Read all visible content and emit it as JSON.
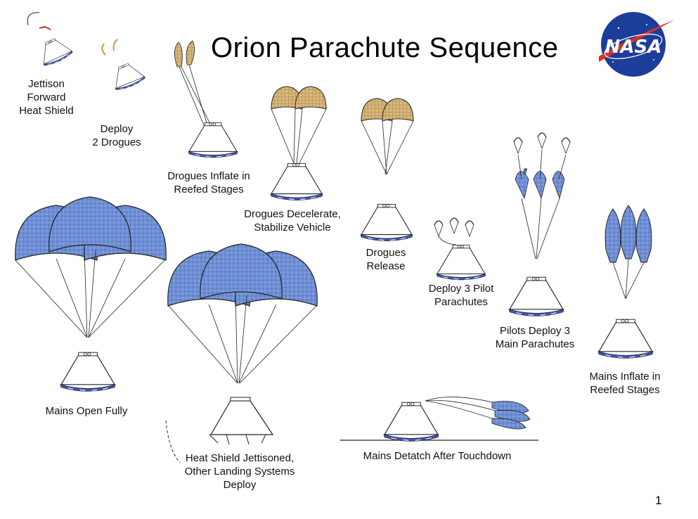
{
  "title": "Orion Parachute Sequence",
  "logo": {
    "text": "NASA",
    "colors": {
      "blue": "#1d3d9a",
      "red": "#e0321c"
    }
  },
  "page_number": "1",
  "colors": {
    "canopy_blue": "#6f8fd4",
    "drogue_tan": "#d8b87a",
    "heat_shield_blue": "#3b56c4",
    "outline": "#222222"
  },
  "stages": [
    {
      "id": "jettison",
      "caption": "Jettison\nForward\nHeat Shield"
    },
    {
      "id": "deploy-drogues",
      "caption": "Deploy\n2 Drogues"
    },
    {
      "id": "drogues-inflate",
      "caption": "Drogues Inflate in\nReefed Stages"
    },
    {
      "id": "drogues-decelerate",
      "caption": "Drogues Decelerate,\nStabilize Vehicle"
    },
    {
      "id": "drogues-release",
      "caption": "Drogues\nRelease"
    },
    {
      "id": "deploy-pilots",
      "caption": "Deploy 3 Pilot\nParachutes"
    },
    {
      "id": "pilots-deploy-mains",
      "caption": "Pilots Deploy 3\nMain Parachutes"
    },
    {
      "id": "mains-reefed",
      "caption": "Mains Inflate in\nReefed Stages"
    },
    {
      "id": "mains-open",
      "caption": "Mains Open Fully"
    },
    {
      "id": "heat-shield-jettisoned",
      "caption": "Heat Shield Jettisoned,\nOther Landing Systems\nDeploy"
    },
    {
      "id": "mains-detach",
      "caption": "Mains Detatch After Touchdown"
    }
  ]
}
